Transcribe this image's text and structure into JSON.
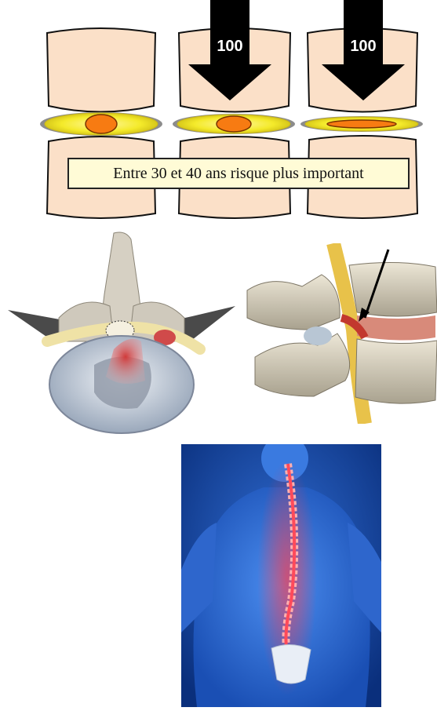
{
  "disc_diagram": {
    "caption": "Entre 30 et 40 ans risque plus important",
    "load_labels": [
      "100",
      "100"
    ]
  },
  "colors": {
    "bone": "#fbe0c8",
    "disc_ring": "#f4ea2a",
    "nucleus": "#f77b12",
    "arrow": "#000000",
    "body_background": "#0b3a8e",
    "spine_highlight": "#ff2a3a"
  }
}
